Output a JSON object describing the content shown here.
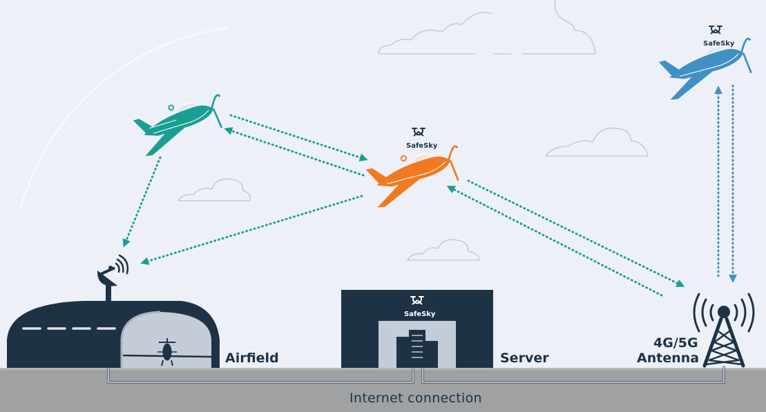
{
  "diagram": {
    "labels": {
      "airfield": "Airfield",
      "server": "Server",
      "antenna_line1": "4G/5G",
      "antenna_line2": "Antenna",
      "internet": "Internet connection"
    },
    "logos": {
      "orange_plane_logo": "SafeSky",
      "blue_plane_logo": "SafeSky",
      "server_logo": "SafeSky"
    },
    "planes": [
      {
        "name": "teal-plane",
        "color": "#1a9e93"
      },
      {
        "name": "orange-plane",
        "color": "#f07a22"
      },
      {
        "name": "blue-plane",
        "color": "#4190c4"
      }
    ],
    "colors": {
      "background": "#edf1f7",
      "ground": "#9fa1a3",
      "structure": "#1e3246",
      "link_teal": "#1a9e93",
      "link_blue": "#4190c4",
      "cloud": "#c5ccd6"
    },
    "icons": [
      "satellite-dish-icon",
      "cell-tower-icon",
      "safesky-logo-icon",
      "cloud-icon"
    ]
  }
}
